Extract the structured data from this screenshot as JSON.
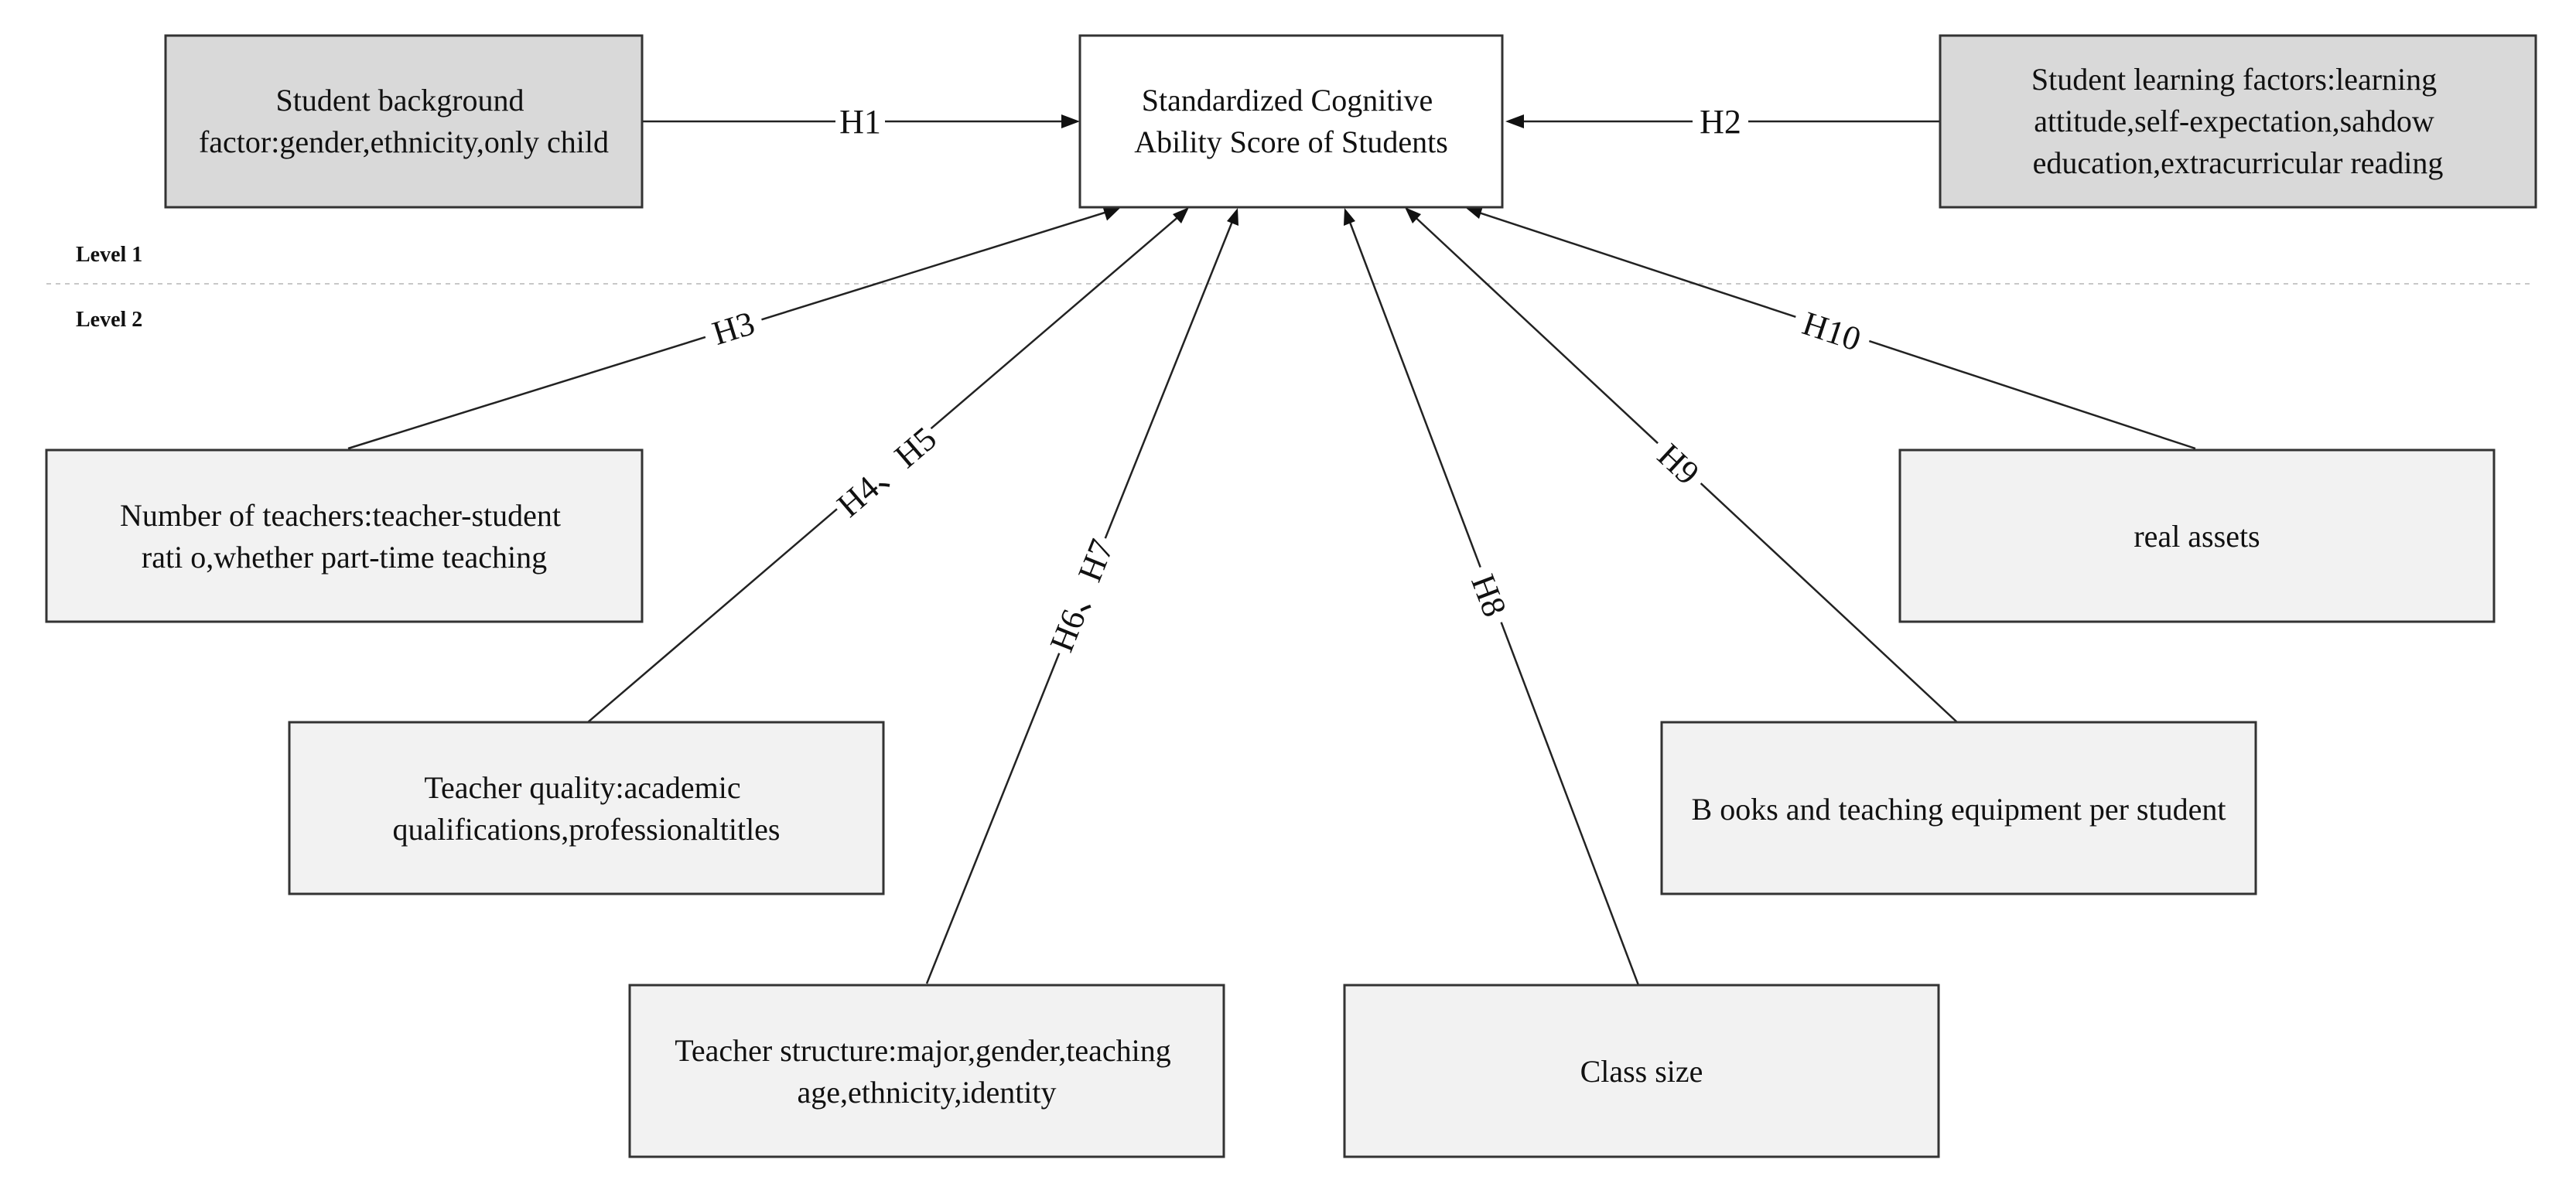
{
  "colors": {
    "box_fill_dark": "#d9d9d9",
    "box_fill_light": "#f2f2f2",
    "box_fill_center": "#ffffff",
    "line": "#222222"
  },
  "levels": {
    "level1": "Level 1",
    "level2": "Level 2"
  },
  "nodes": {
    "center": {
      "lines": [
        "Standardized Cognitive",
        "Ability Score of Students"
      ]
    },
    "student_background": {
      "lines": [
        "Student background",
        "factor:gender,ethnicity,only child"
      ]
    },
    "student_learning": {
      "lines": [
        "Student learning factors:learning",
        "attitude,self-expectation,sahdow",
        "education,extracurricular reading"
      ]
    },
    "number_of_teachers": {
      "lines": [
        "Number of teachers:teacher-student",
        "rati o,whether part-time teaching"
      ]
    },
    "teacher_quality": {
      "lines": [
        "Teacher quality:academic",
        "qualifications,professionaltitles"
      ]
    },
    "teacher_structure": {
      "lines": [
        "Teacher structure:major,gender,teaching",
        "age,ethnicity,identity"
      ]
    },
    "class_size": {
      "lines": [
        "Class size"
      ]
    },
    "books_equipment": {
      "lines": [
        "B ooks and teaching equipment per student"
      ]
    },
    "real_assets": {
      "lines": [
        "real assets"
      ]
    }
  },
  "edges": {
    "h1": "H1",
    "h2": "H2",
    "h3": "H3",
    "h4_h5": "H4、H5",
    "h6_h7": "H6、H7",
    "h8": "H8",
    "h9": "H9",
    "h10": "H10"
  }
}
